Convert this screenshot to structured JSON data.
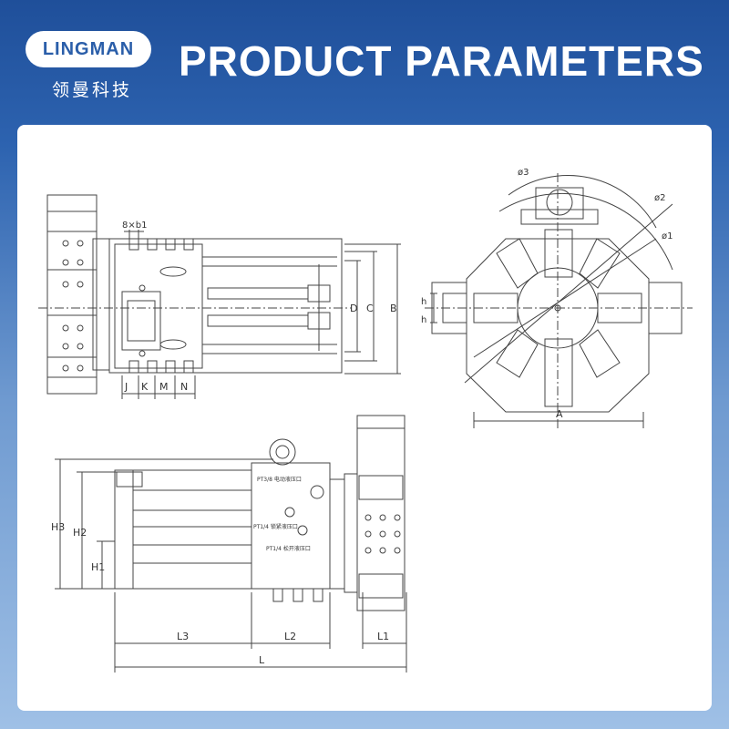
{
  "header": {
    "logo_text": "LINGMAN",
    "logo_cn": "领曼科技",
    "title": "PRODUCT PARAMETERS"
  },
  "top_left_view": {
    "slot_label": "8×b1",
    "bottom_dims": [
      "J",
      "K",
      "M",
      "N"
    ],
    "right_dims": [
      "D",
      "C",
      "B"
    ]
  },
  "top_right_view": {
    "diameters": [
      "ø3",
      "ø2",
      "ø1"
    ],
    "side_dims": [
      "h",
      "h"
    ],
    "width_dim": "A"
  },
  "side_view": {
    "height_dims": [
      "H3",
      "H2",
      "H1"
    ],
    "length_dims": [
      "L3",
      "L2",
      "L1",
      "L"
    ],
    "port_labels": [
      "PT3/8 电动液压口",
      "PT1/4 锁紧液压口",
      "PT1/4 松开液压口"
    ]
  }
}
